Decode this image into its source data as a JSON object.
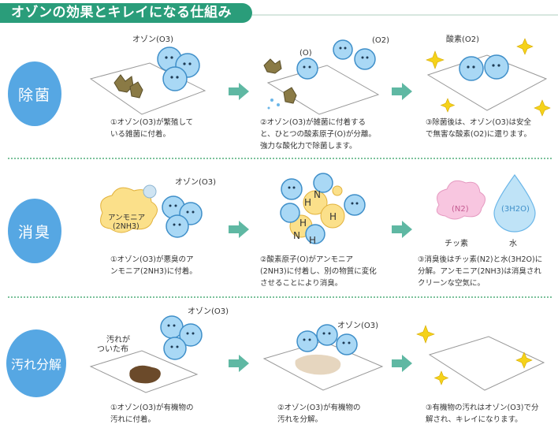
{
  "title": "オゾンの効果とキレイになる仕組み",
  "rows": [
    {
      "label": "除菌",
      "steps": [
        {
          "labels": [
            "オゾン(O3)"
          ],
          "caption": [
            "①オゾン(O3)が繁殖して",
            "いる雑菌に付着。"
          ]
        },
        {
          "labels": [
            "(O)",
            "(O2)"
          ],
          "caption": [
            "②オゾン(O3)が雑菌に付着する",
            "と、ひとつの酸素原子(O)が分離。",
            "強力な酸化力で除菌します。"
          ]
        },
        {
          "labels": [
            "酸素(O2)"
          ],
          "caption": [
            "③除菌後は、オゾン(O3)は安全",
            "で無害な酸素(O2)に還ります。"
          ]
        }
      ]
    },
    {
      "label": "消臭",
      "steps": [
        {
          "labels": [
            "オゾン(O3)",
            "アンモニア",
            "(2NH3)"
          ],
          "caption": [
            "①オゾン(O3)が悪臭のア",
            "ンモニア(2NH3)に付着。"
          ]
        },
        {
          "labels": [
            "H",
            "N",
            "H",
            "H",
            "N",
            "H"
          ],
          "caption": [
            "②酸素原子(O)がアンモニア",
            "(2NH3)に付着し、別の物質に変化",
            "させることにより消臭。"
          ]
        },
        {
          "labels": [
            "(N2)",
            "(3H2O)",
            "チッ素",
            "水"
          ],
          "caption": [
            "③消臭後はチッ素(N2)と水(3H2O)に",
            "分解。アンモニア(2NH3)は消臭され",
            "クリーンな空気に。"
          ]
        }
      ]
    },
    {
      "label": "汚れ分解",
      "steps": [
        {
          "labels": [
            "オゾン(O3)",
            "汚れが",
            "ついた布"
          ],
          "caption": [
            "①オゾン(O3)が有機物の",
            "汚れに付着。"
          ]
        },
        {
          "labels": [
            "オゾン(O3)"
          ],
          "caption": [
            "②オゾン(O3)が有機物の",
            "汚れを分解。"
          ]
        },
        {
          "labels": [],
          "caption": [
            "③有機物の汚れはオゾン(O3)で分",
            "解され、キレイになります。"
          ]
        }
      ]
    }
  ],
  "colors": {
    "title_bg": "#2a9d7a",
    "label_bg": "#56a7e3",
    "arrow": "#5fb8a3",
    "ozone": "#a9d8f5",
    "ozone_stroke": "#3f8fc9",
    "separator": "#7cc29b",
    "star": "#f5d21a",
    "cloud_yellow": "#fbe08a",
    "cloud_pink": "#f8c6e0",
    "drop": "#bfe3f7",
    "stain": "#6b4a2a"
  }
}
